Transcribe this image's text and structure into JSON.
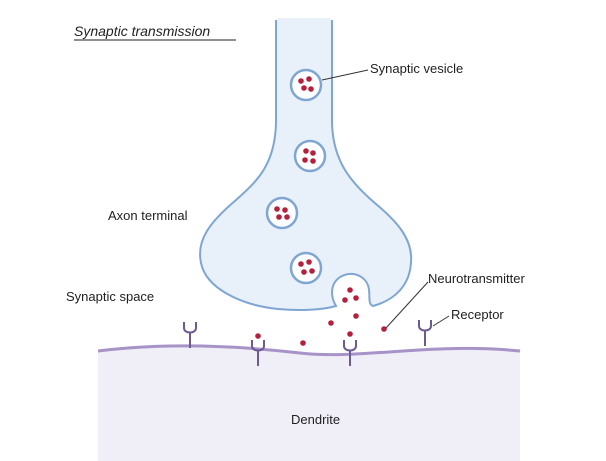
{
  "title": "Synaptic transmission",
  "labels": {
    "synaptic_vesicle": "Synaptic vesicle",
    "axon_terminal": "Axon terminal",
    "neurotransmitter": "Neurotransmitter",
    "synaptic_space": "Synaptic space",
    "receptor": "Receptor",
    "dendrite": "Dendrite"
  },
  "colors": {
    "axon_fill": "#e8f0fa",
    "axon_stroke": "#7fa6d3",
    "vesicle_fill": "#ffffff",
    "vesicle_stroke": "#7fa6d3",
    "neurotransmitter": "#b3213d",
    "dendrite_fill": "#f0eef6",
    "dendrite_membrane": "#a893c8",
    "receptor": "#6d5a92",
    "leader_line": "#333333"
  }
}
